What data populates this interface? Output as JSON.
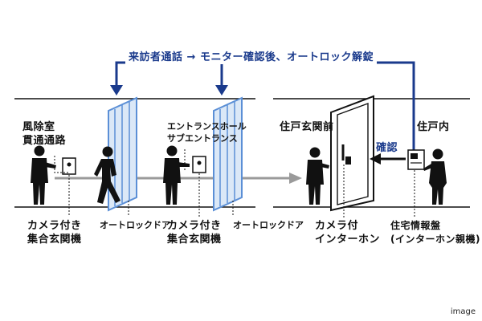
{
  "flow": {
    "header": "来訪者通話 → モニター確認後、オートロック解錠",
    "confirm": "確認"
  },
  "zones": {
    "windbreak": "風除室\n貫通通路",
    "entrance_hall": "エントランスホール\nサブエントランス",
    "front_door": "住戸玄関前",
    "inside": "住戸内"
  },
  "devices": {
    "intercom_1": "カメラ付き\n集合玄関機",
    "autolock_1": "オートロックドア",
    "intercom_2": "カメラ付き\n集合玄関機",
    "autolock_2": "オートロックドア",
    "door_intercom": "カメラ付\nインターホン",
    "panel": "住宅情報盤\n(インターホン親機)"
  },
  "caption": "image",
  "colors": {
    "accent": "#1a3a8c",
    "glass": "#5b8fd6",
    "arrow_gray": "#9a9a9a"
  }
}
